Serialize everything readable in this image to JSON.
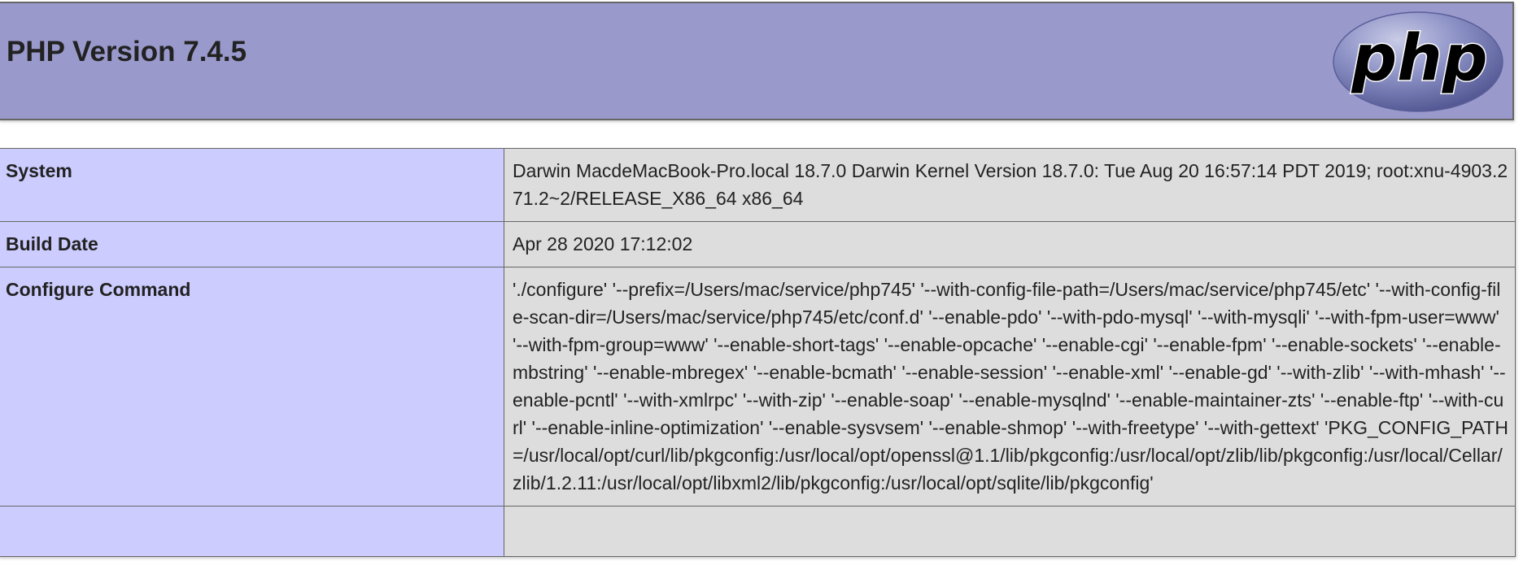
{
  "header": {
    "title": "PHP Version 7.4.5",
    "logo_text": "php",
    "logo_icon": "php-logo-icon"
  },
  "rows": [
    {
      "key": "System",
      "value": "Darwin MacdeMacBook-Pro.local 18.7.0 Darwin Kernel Version 18.7.0: Tue Aug 20 16:57:14 PDT 2019; root:xnu-4903.271.2~2/RELEASE_X86_64 x86_64"
    },
    {
      "key": "Build Date",
      "value": "Apr 28 2020 17:12:02"
    },
    {
      "key": "Configure Command",
      "value": "'./configure' '--prefix=/Users/mac/service/php745' '--with-config-file-path=/Users/mac/service/php745/etc' '--with-config-file-scan-dir=/Users/mac/service/php745/etc/conf.d' '--enable-pdo' '--with-pdo-mysql' '--with-mysqli' '--with-fpm-user=www' '--with-fpm-group=www' '--enable-short-tags' '--enable-opcache' '--enable-cgi' '--enable-fpm' '--enable-sockets' '--enable-mbstring' '--enable-mbregex' '--enable-bcmath' '--enable-session' '--enable-xml' '--enable-gd' '--with-zlib' '--with-mhash' '--enable-pcntl' '--with-xmlrpc' '--with-zip' '--enable-soap' '--enable-mysqlnd' '--enable-maintainer-zts' '--enable-ftp' '--with-curl' '--enable-inline-optimization' '--enable-sysvsem' '--enable-shmop' '--with-freetype' '--with-gettext' 'PKG_CONFIG_PATH=/usr/local/opt/curl/lib/pkgconfig:/usr/local/opt/openssl@1.1/lib/pkgconfig:/usr/local/opt/zlib/lib/pkgconfig:/usr/local/Cellar/zlib/1.2.11:/usr/local/opt/libxml2/lib/pkgconfig:/usr/local/opt/sqlite/lib/pkgconfig'"
    }
  ],
  "colors": {
    "header_bg": "#9999cc",
    "key_cell_bg": "#ccccff",
    "value_cell_bg": "#dddddd",
    "border": "#666666",
    "text": "#222222"
  }
}
